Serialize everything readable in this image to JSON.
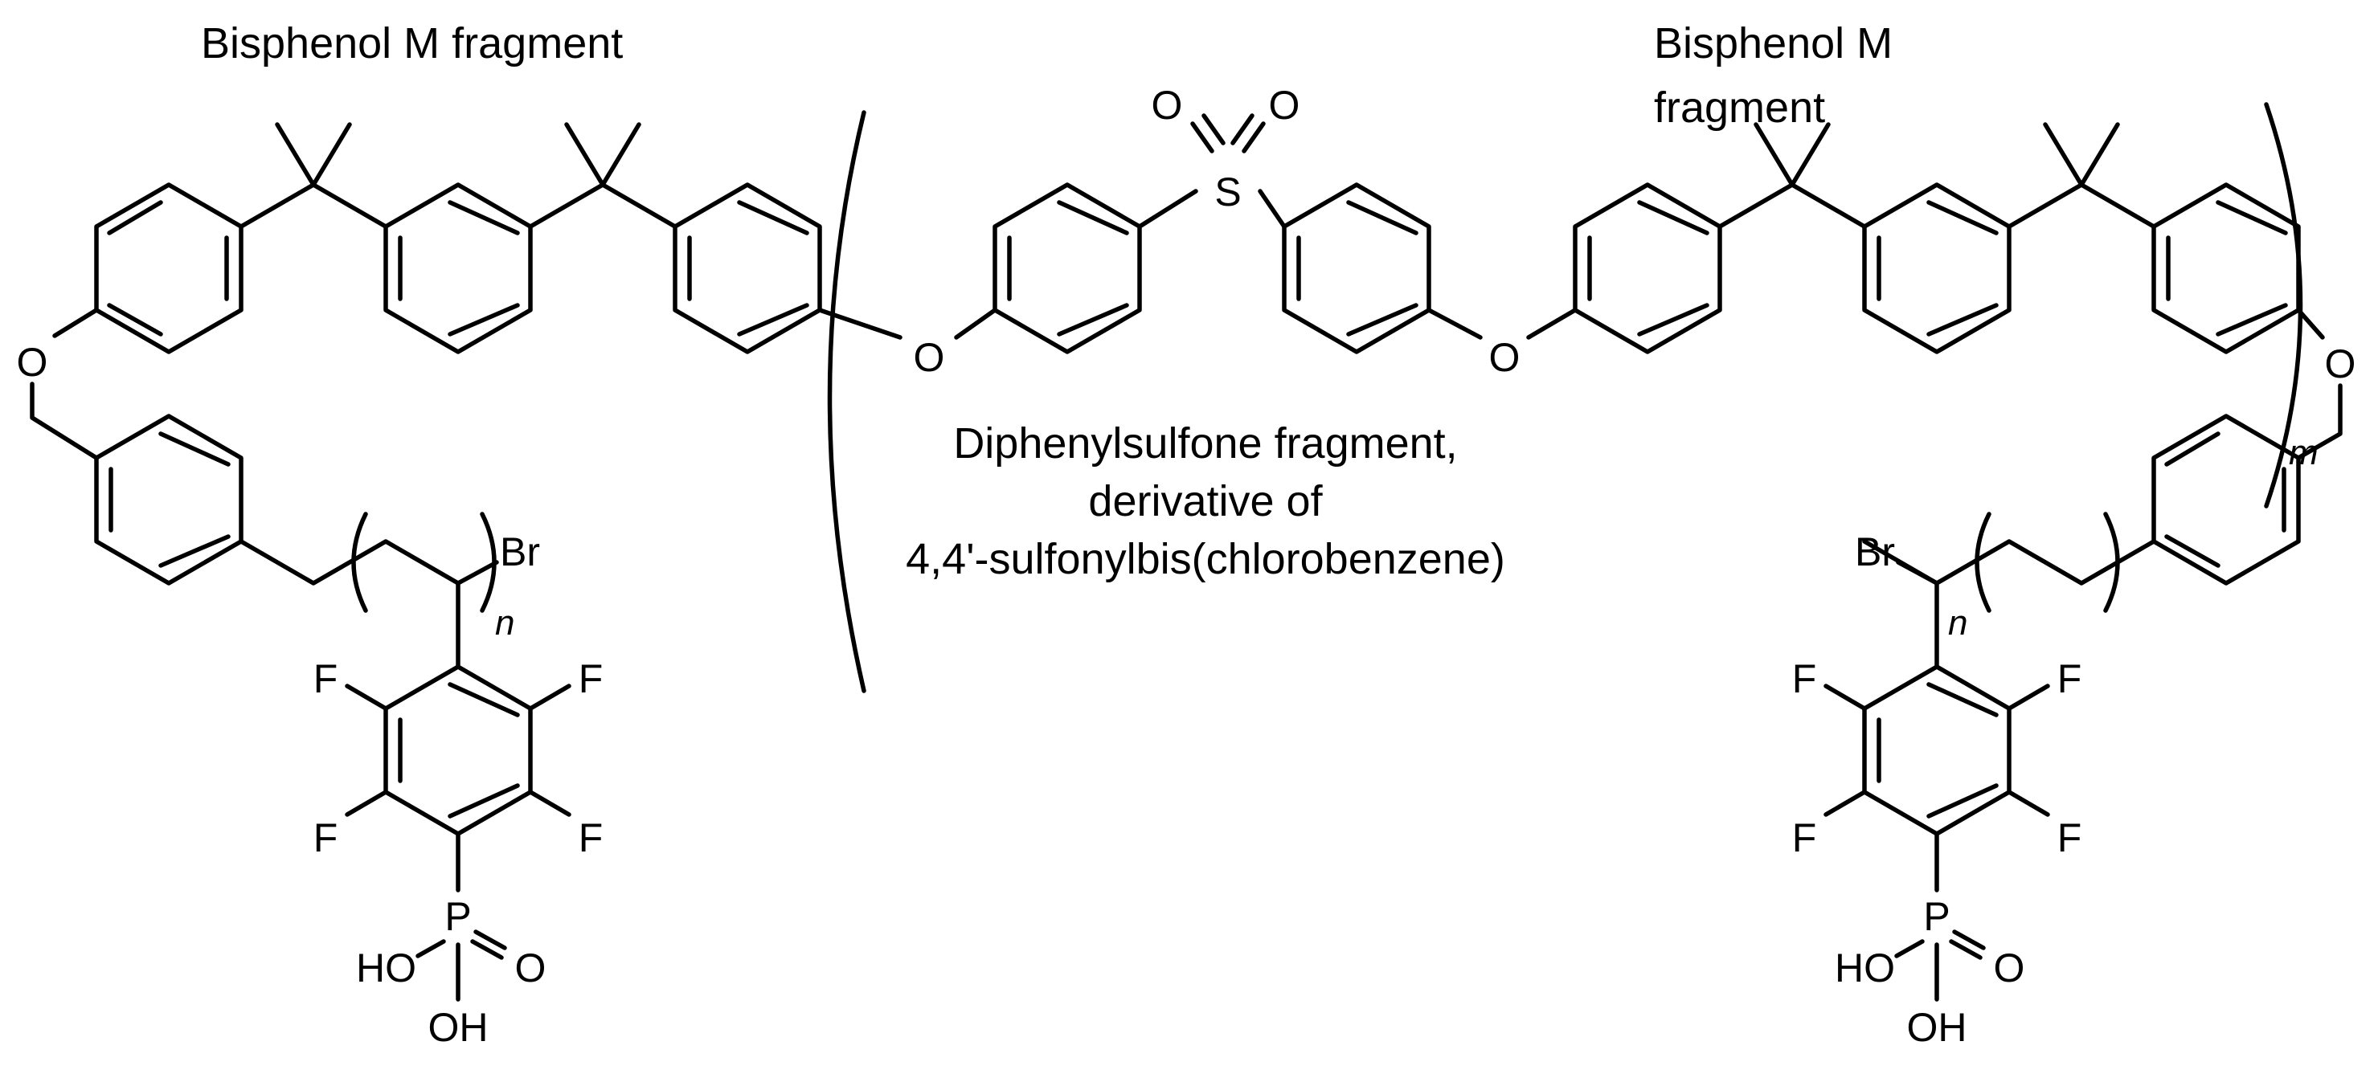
{
  "labels": {
    "bpm_left": "Bisphenol M fragment",
    "bpm_right_line1": "Bisphenol M",
    "bpm_right_line2": "fragment",
    "dps_line1": "Diphenylsulfone fragment,",
    "dps_line2": "derivative of",
    "dps_line3": "4,4'-sulfonylbis(chlorobenzene)"
  },
  "atoms": {
    "oxygen": "O",
    "sulfur": "S",
    "bromine": "Br",
    "fluorine": "F",
    "phosphorus": "P",
    "hydroxyl_left": "HO",
    "hydroxyl_down": "OH"
  },
  "subscripts": {
    "n": "n",
    "m": "m"
  }
}
